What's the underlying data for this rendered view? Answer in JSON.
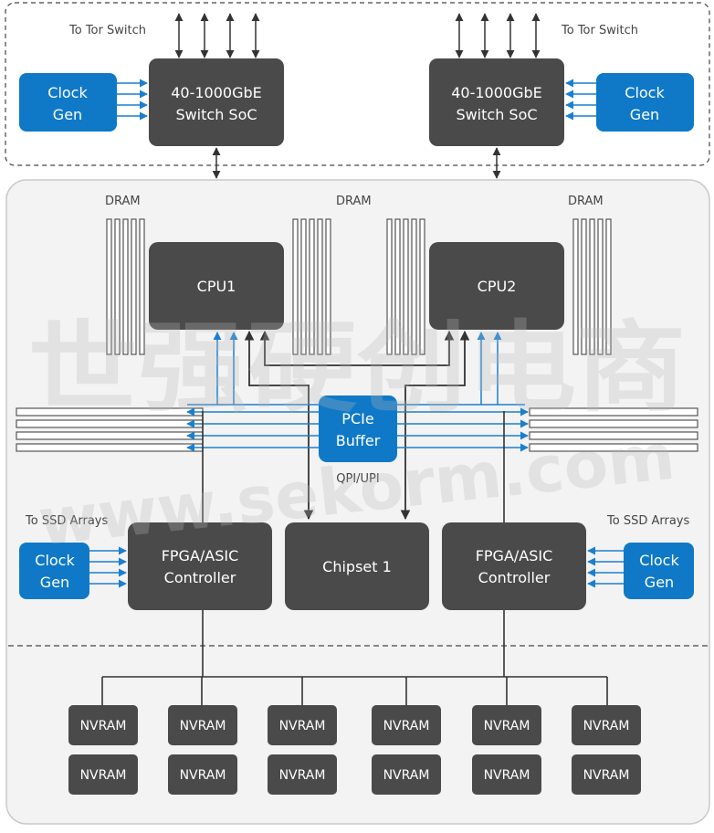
{
  "top_section": {
    "left_label": "To Tor Switch",
    "right_label": "To Tor Switch",
    "switch_left": [
      "40-1000GbE",
      "Switch SoC"
    ],
    "switch_right": [
      "40-1000GbE",
      "Switch SoC"
    ],
    "clock_left": [
      "Clock",
      "Gen"
    ],
    "clock_right": [
      "Clock",
      "Gen"
    ]
  },
  "server": {
    "dram_left": "DRAM",
    "dram_center": "DRAM",
    "dram_right": "DRAM",
    "cpu1": "CPU1",
    "cpu2": "CPU2",
    "pcie_buffer": [
      "PCIe",
      "Buffer"
    ],
    "qpi_label": "QPI/UPI",
    "ssd_left": "To SSD Arrays",
    "ssd_right": "To SSD Arrays",
    "clock_left": [
      "Clock",
      "Gen"
    ],
    "clock_right": [
      "Clock",
      "Gen"
    ],
    "fpga_left": [
      "FPGA/ASIC",
      "Controller"
    ],
    "fpga_right": [
      "FPGA/ASIC",
      "Controller"
    ],
    "chipset": "Chipset 1",
    "nvram_label": "NVRAM"
  },
  "watermark": {
    "cn": "世强硬创电商",
    "en": "www.sekorm.com"
  },
  "colors": {
    "dark_box": "#4a4a4a",
    "accent_blue": "#0f79c8",
    "panel_bg": "#f3f3f3"
  }
}
